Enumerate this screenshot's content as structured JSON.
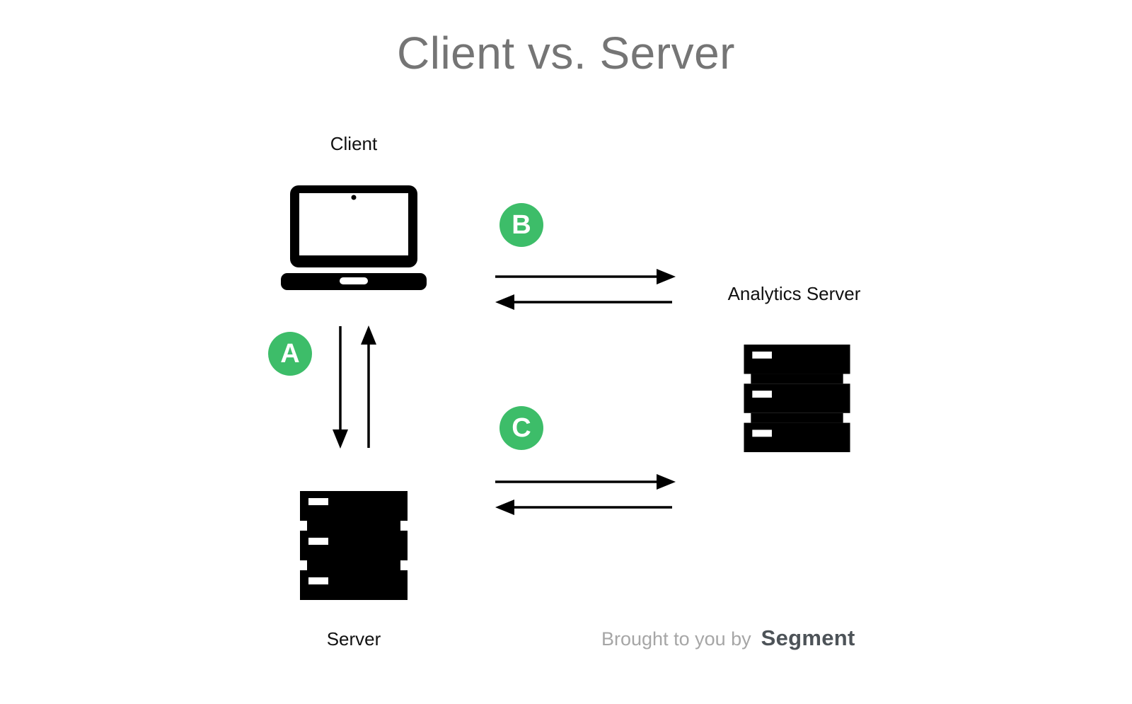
{
  "title": "Client vs. Server",
  "diagram": {
    "client_label": "Client",
    "server_label": "Server",
    "analytics_label": "Analytics Server",
    "badge_a": "A",
    "badge_b": "B",
    "badge_c": "C",
    "connections": [
      {
        "id": "A",
        "between": [
          "Client",
          "Server"
        ],
        "direction": "bidirectional",
        "orientation": "vertical"
      },
      {
        "id": "B",
        "between": [
          "Client",
          "Analytics Server"
        ],
        "direction": "bidirectional",
        "orientation": "horizontal"
      },
      {
        "id": "C",
        "between": [
          "Server",
          "Analytics Server"
        ],
        "direction": "bidirectional",
        "orientation": "horizontal"
      }
    ]
  },
  "footer": {
    "prefix": "Brought to you by",
    "brand": "Segment"
  },
  "colors": {
    "accent": "#3dbd69",
    "title": "#757575",
    "text": "#111111",
    "footer_prefix": "#a6a6a6",
    "footer_brand": "#4d5358",
    "icon": "#000000"
  }
}
